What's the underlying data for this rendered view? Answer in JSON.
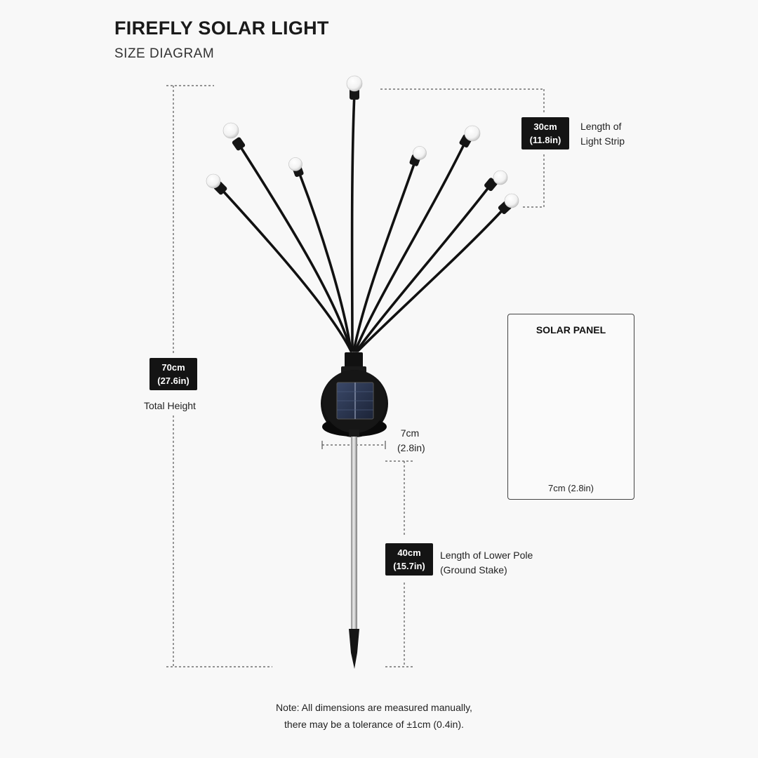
{
  "header": {
    "title": "FIREFLY SOLAR LIGHT",
    "subtitle": "SIZE DIAGRAM"
  },
  "dimensions": {
    "light_strip": {
      "value_cm": "30cm",
      "value_in": "(11.8in)",
      "label_line1": "Length of",
      "label_line2": "Light Strip"
    },
    "total_height": {
      "value_cm": "70cm",
      "value_in": "(27.6in)",
      "label": "Total Height"
    },
    "panel_width": {
      "value_cm": "7cm",
      "value_in": "(2.8in)"
    },
    "lower_pole": {
      "value_cm": "40cm",
      "value_in": "(15.7in)",
      "label_line1": "Length of Lower Pole",
      "label_line2": "(Ground Stake)"
    }
  },
  "solar_panel_inset": {
    "title": "SOLAR PANEL",
    "dimension": "7cm (2.8in)"
  },
  "note": {
    "line1": "Note: All dimensions are measured manually,",
    "line2": "there may be a tolerance of ±1cm (0.4in)."
  },
  "colors": {
    "background": "#f8f8f8",
    "badge": "#141414",
    "stem": "#111111",
    "bulb": "#ffffff",
    "panel_blue": "#2a3550"
  }
}
